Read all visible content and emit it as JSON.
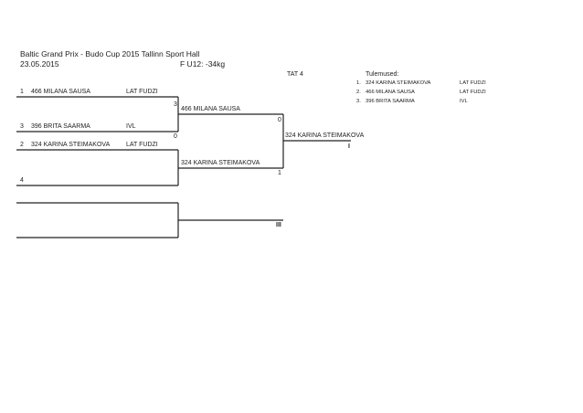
{
  "header": {
    "event": "Baltic Grand Prix - Budo Cup 2015 Tallinn Sport Hall",
    "date": "23.05.2015",
    "category": "F U12: -34kg",
    "tatami": "TAT 4",
    "results_label": "Tulemused:"
  },
  "results": [
    {
      "place": "1.",
      "name": "324 KARINA STEIMAKOVA",
      "club": "LAT FUDZI"
    },
    {
      "place": "2.",
      "name": "466 MILANA SAUSA",
      "club": "LAT FUDZI"
    },
    {
      "place": "3.",
      "name": "396 BRITA SAARMA",
      "club": "IVL"
    }
  ],
  "round1": [
    {
      "seed": "1",
      "name": "466 MILANA SAUSA",
      "club": "LAT FUDZI"
    },
    {
      "seed": "3",
      "name": "396 BRITA SAARMA",
      "club": "IVL"
    },
    {
      "seed": "2",
      "name": "324 KARINA STEIMAKOVA",
      "club": "LAT FUDZI"
    },
    {
      "seed": "4",
      "name": "",
      "club": ""
    }
  ],
  "round1_scores": [
    "3",
    "0",
    "1"
  ],
  "round2": [
    {
      "name": "466 MILANA SAUSA"
    },
    {
      "name": "324 KARINA STEIMAKOVA"
    }
  ],
  "round2_score": "0",
  "final": {
    "name": "324 KARINA STEIMAKOVA",
    "place": "I"
  },
  "third_place": {
    "place": "III"
  }
}
